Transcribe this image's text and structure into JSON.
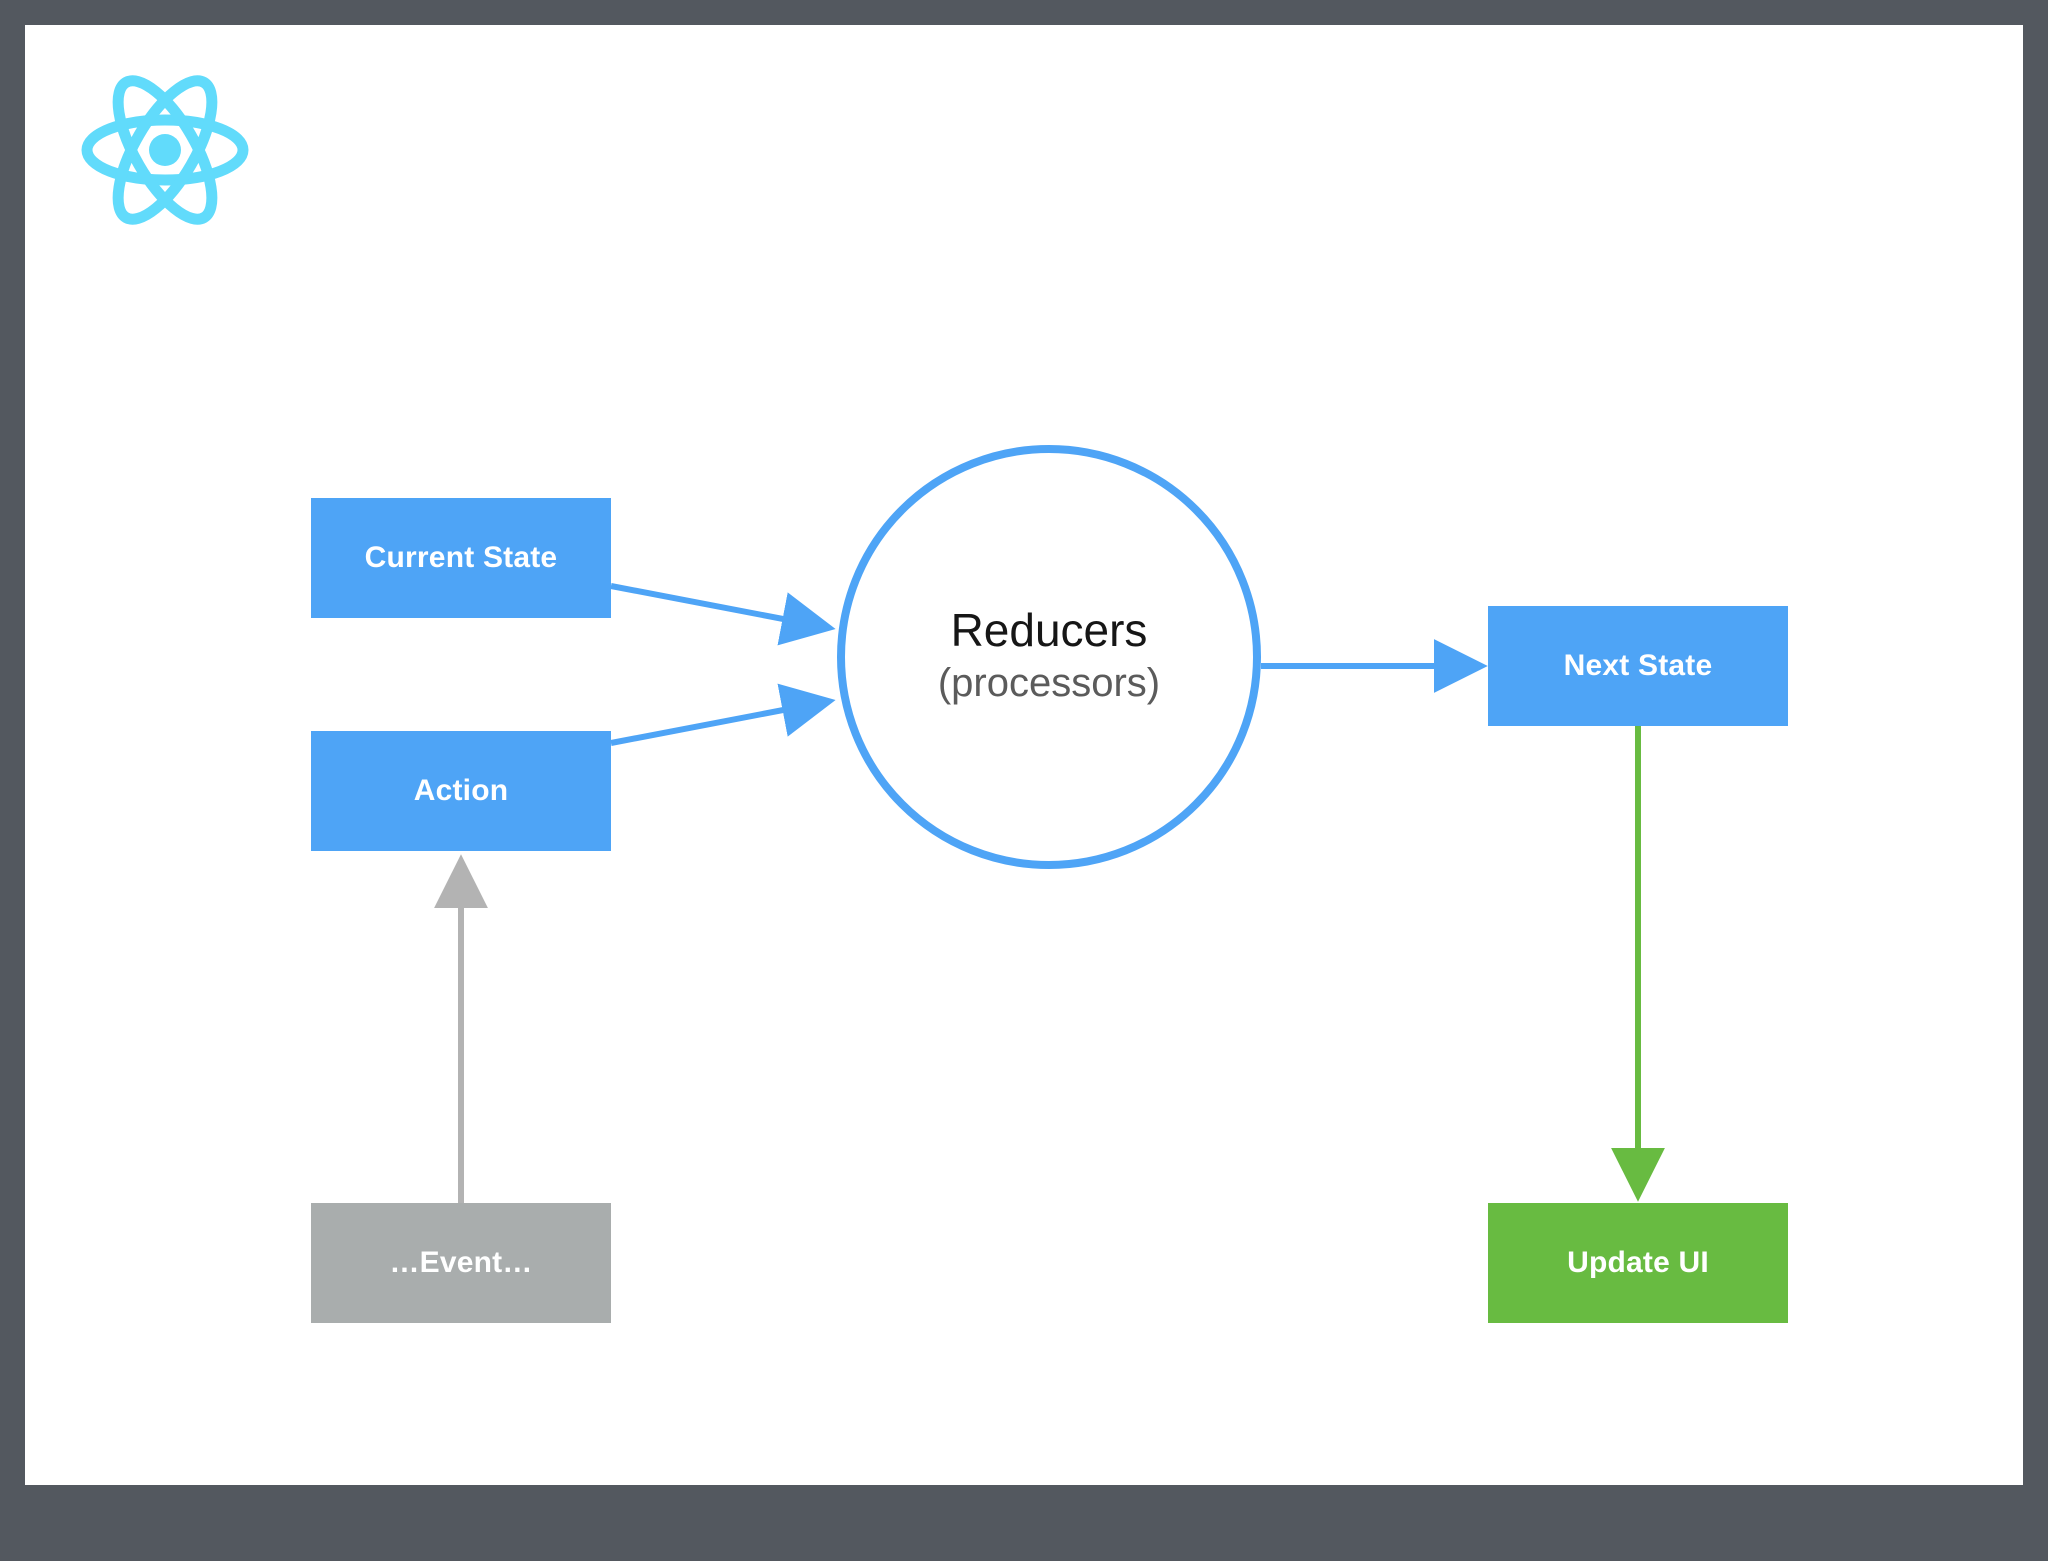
{
  "page": {
    "title": "Redux / React state data-flow diagram",
    "frame_color": "#53585f",
    "canvas_color": "#ffffff"
  },
  "logo": {
    "name": "react-logo",
    "color": "#61dbfb"
  },
  "colors": {
    "blue": "#4ea4f6",
    "gray": "#a9adad",
    "green": "#68bb41",
    "arrow_blue": "#4ea4f6",
    "arrow_gray": "#b3b3b3",
    "arrow_green": "#68bb41",
    "text_dark": "#161616",
    "text_muted": "#5b5b5b"
  },
  "nodes": {
    "current_state": {
      "label": "Current State",
      "shape": "rect",
      "color": "#4ea4f6"
    },
    "action": {
      "label": "Action",
      "shape": "rect",
      "color": "#4ea4f6"
    },
    "event": {
      "label": "…Event…",
      "shape": "rect",
      "color": "#a9adad"
    },
    "reducers": {
      "label": "Reducers",
      "sublabel": "(processors)",
      "shape": "circle",
      "color": "#4ea4f6"
    },
    "next_state": {
      "label": "Next State",
      "shape": "rect",
      "color": "#4ea4f6"
    },
    "update_ui": {
      "label": "Update UI",
      "shape": "rect",
      "color": "#68bb41"
    }
  },
  "edges": [
    {
      "name": "current-state-to-reducers",
      "from": "current_state",
      "to": "reducers",
      "color": "#4ea4f6",
      "style": "solid-arrow"
    },
    {
      "name": "action-to-reducers",
      "from": "action",
      "to": "reducers",
      "color": "#4ea4f6",
      "style": "solid-arrow"
    },
    {
      "name": "event-to-action",
      "from": "event",
      "to": "action",
      "color": "#b3b3b3",
      "style": "solid-arrow"
    },
    {
      "name": "reducers-to-next-state",
      "from": "reducers",
      "to": "next_state",
      "color": "#4ea4f6",
      "style": "solid-arrow"
    },
    {
      "name": "next-state-to-update-ui",
      "from": "next_state",
      "to": "update_ui",
      "color": "#68bb41",
      "style": "solid-arrow"
    }
  ]
}
